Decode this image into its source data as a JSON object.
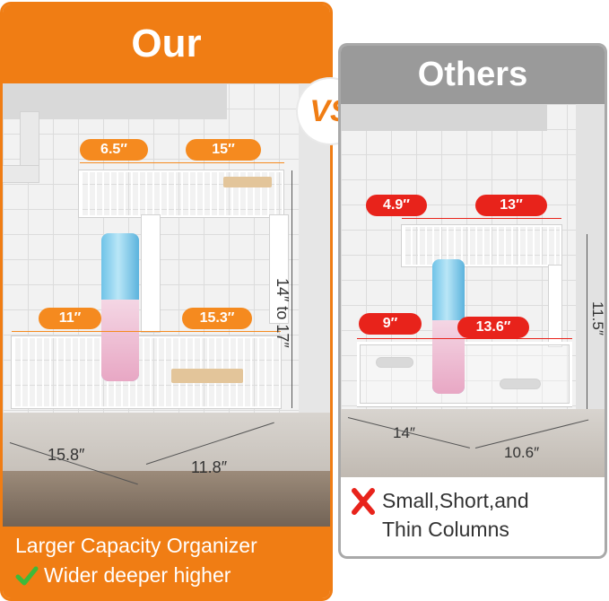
{
  "left": {
    "title": "Our",
    "dims": {
      "top_width": "6.5″",
      "top_depth": "15″",
      "bottom_width": "11″",
      "bottom_depth": "15.3″",
      "height_range": "14″ to 17″",
      "base_depth": "15.8″",
      "base_width": "11.8″"
    },
    "footer": {
      "line1": "Larger Capacity Organizer",
      "line2": "Wider deeper higher"
    }
  },
  "vs": "VS",
  "right": {
    "title": "Others",
    "dims": {
      "top_width": "4.9″",
      "top_depth": "13″",
      "bottom_width": "9″",
      "bottom_depth": "13.6″",
      "height": "11.5″",
      "base_depth": "14″",
      "base_width": "10.6″"
    },
    "footer": {
      "line1": "Small,Short,and",
      "line2": "Thin Columns"
    }
  },
  "colors": {
    "orange": "#f07d14",
    "gray": "#9a9a9a",
    "red": "#e8231b",
    "green": "#3dba3a"
  }
}
